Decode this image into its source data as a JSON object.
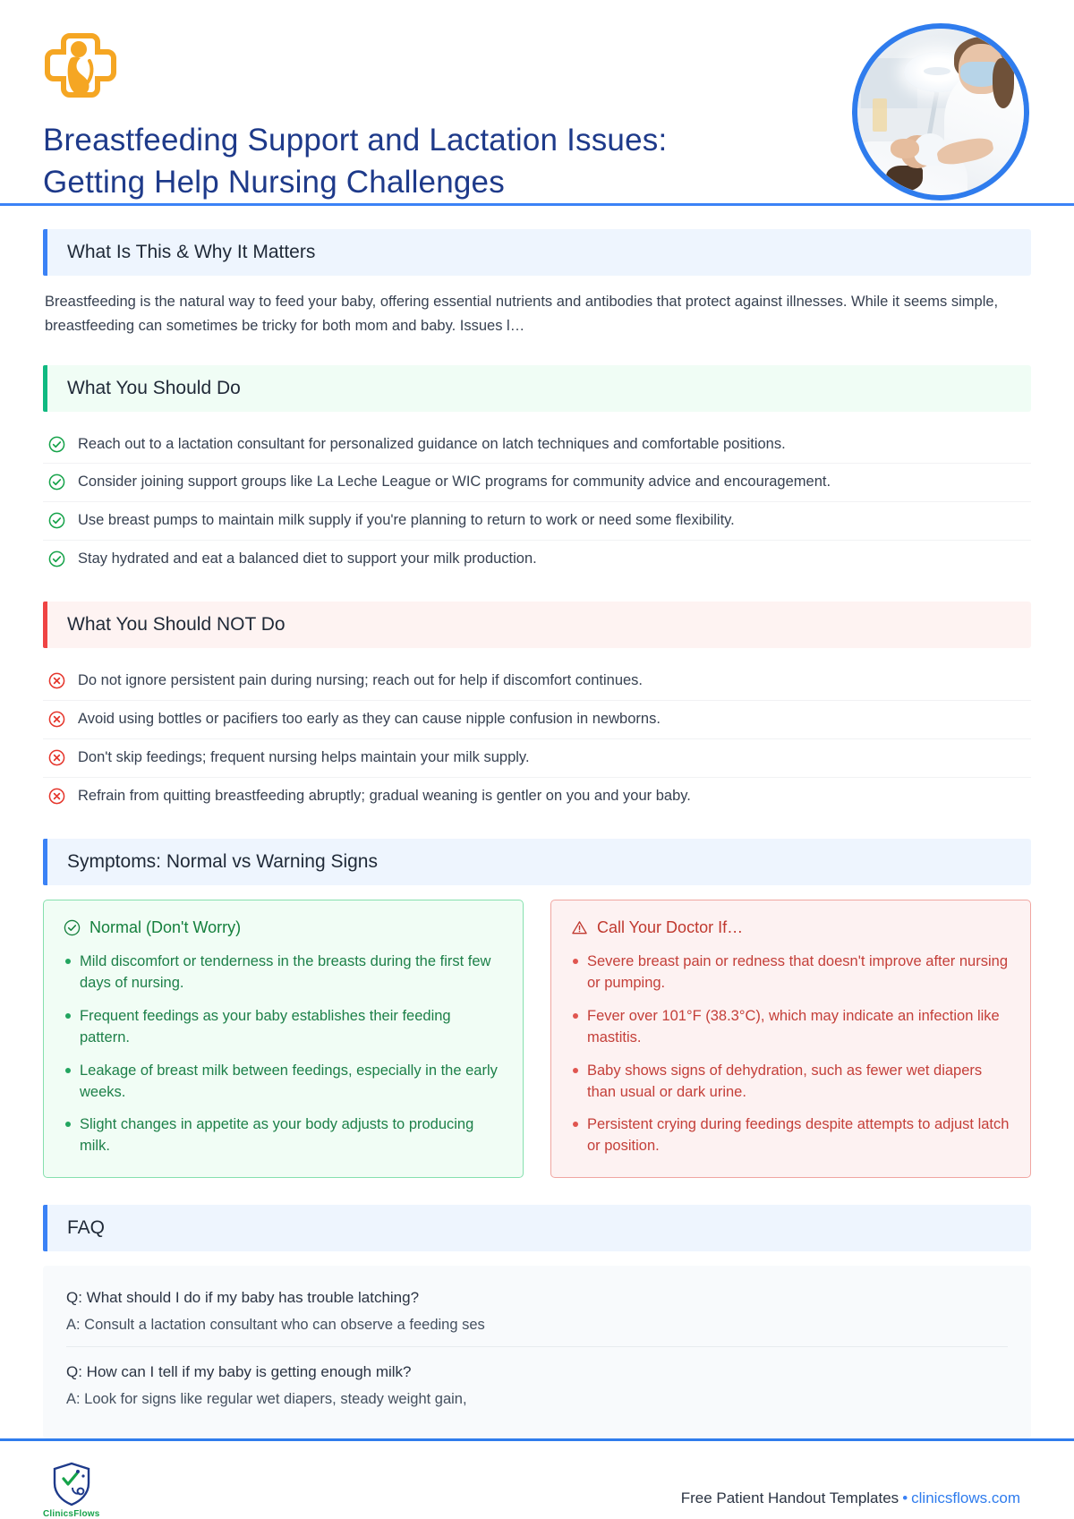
{
  "header": {
    "logo_icon": "medical-cross-mother-baby-icon",
    "title_line1": "Breastfeeding  Support and Lactation Issues:",
    "title_line2": "Getting Help Nursing Challenges",
    "photo_alt": "clinician-attending-patient-photo",
    "accent_color": "#2f7ced",
    "title_color": "#1e3a8a",
    "logo_color": "#f5a623"
  },
  "sections": {
    "overview": {
      "heading": "What Is This & Why It Matters",
      "accent": "#3b82f6",
      "body": "Breastfeeding  is the natural way to feed your baby, offering  essential nutrients  and antibodies  that protect  against  illnesses. While it seems simple, breastfeeding  can sometimes be tricky  for both mom and baby. Issues l…"
    },
    "should_do": {
      "heading": "What You Should Do",
      "accent": "#10b981",
      "icon": "circle-check-icon",
      "items": [
        "Reach out to a lactation  consultant  for personalized  guidance on latch  techniques  and comfortable  positions.",
        "Consider joining support groups like La Leche League or WIC programs  for community  advice and encouragement.",
        "Use breast pumps to maintain milk supply if you're planning to return  to work or need some flexibility.",
        "Stay hydrated  and eat a balanced diet to support your milk production."
      ]
    },
    "should_not_do": {
      "heading": "What You Should NOT Do",
      "accent": "#ef4444",
      "icon": "circle-x-icon",
      "items": [
        "Do not ignore persistent  pain during nursing; reach out for help if discomfort  continues.",
        "Avoid using bottles or pacifiers  too early as they can cause nipple confusion in newborns.",
        "Don't skip feedings; frequent  nursing helps maintain your milk supply.",
        "Refrain  from quitting breastfeeding  abruptly; gradual weaning is gentler on you and your baby."
      ]
    },
    "symptoms": {
      "heading": "Symptoms: Normal vs Warning Signs",
      "accent": "#3b82f6",
      "normal": {
        "title": "Normal (Don't Worry)",
        "icon": "circle-check-icon",
        "items": [
          "Mild discomfort  or tenderness  in the breasts during the first few days of nursing.",
          "Frequent  feedings as your baby establishes  their feeding pattern.",
          "Leakage of breast milk between feedings, especially in the early weeks.",
          "Slight changes in appetite as your body adjusts  to producing milk."
        ]
      },
      "warning": {
        "title": "Call Your Doctor If…",
        "icon": "warning-triangle-icon",
        "items": [
          "Severe breast pain or redness that doesn't improve after nursing or pumping.",
          "Fever over 101°F (38.3°C), which may indicate an infection  like mastitis.",
          "Baby shows signs of dehydration, such as fewer wet diapers than usual or dark urine.",
          "Persistent  crying during feedings despite attempts  to adjust latch or position."
        ]
      }
    },
    "faq": {
      "heading": "FAQ",
      "accent": "#3b82f6",
      "items": [
        {
          "question": "Q: What should I do if my baby has trouble latching?",
          "answer": "A: Consult a lactation  consultant  who can observe a feeding ses"
        },
        {
          "question": "Q: How can I tell if my baby is getting enough milk?",
          "answer": "A: Look for signs like regular wet diapers, steady weight gain,"
        }
      ]
    }
  },
  "footer": {
    "logo_icon": "clinicsflows-shield-stethoscope-icon",
    "logo_name_part1": "Clinics",
    "logo_name_part2": "Flows",
    "tagline": "Free Patient Handout Templates",
    "separator": "•",
    "website": "clinicsflows.com"
  }
}
